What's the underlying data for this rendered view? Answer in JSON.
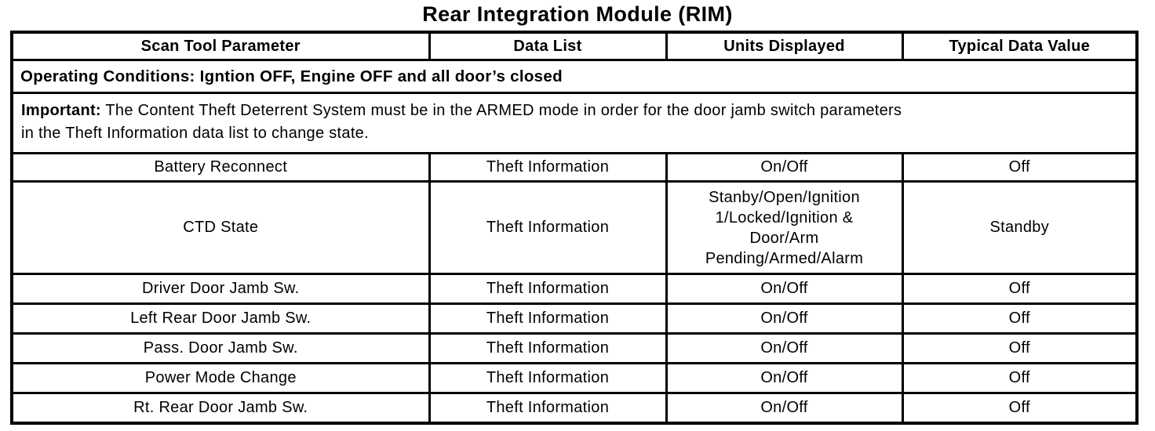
{
  "title": "Rear Integration Module (RIM)",
  "colors": {
    "background": "#ffffff",
    "text": "#000000",
    "border": "#000000"
  },
  "table": {
    "columns": {
      "parameter": "Scan Tool Parameter",
      "data_list": "Data List",
      "units": "Units Displayed",
      "typical": "Typical Data Value"
    },
    "operating_conditions": "Operating Conditions: Igntion OFF, Engine OFF and all door’s closed",
    "important": {
      "label": "Important:",
      "line1": "The Content Theft Deterrent System must be in the ARMED mode in order for the door jamb switch parameters",
      "line2": "in the Theft Information data list to change state."
    },
    "rows": [
      {
        "parameter": "Battery Reconnect",
        "data_list": "Theft Information",
        "units": "On/Off",
        "typical": "Off"
      },
      {
        "parameter": "CTD State",
        "data_list": "Theft Information",
        "units_lines": [
          "Stanby/Open/Ignition",
          "1/Locked/Ignition &",
          "Door/Arm",
          "Pending/Armed/Alarm"
        ],
        "typical": "Standby"
      },
      {
        "parameter": "Driver Door Jamb Sw.",
        "data_list": "Theft Information",
        "units": "On/Off",
        "typical": "Off"
      },
      {
        "parameter": "Left Rear Door Jamb Sw.",
        "data_list": "Theft Information",
        "units": "On/Off",
        "typical": "Off"
      },
      {
        "parameter": "Pass. Door Jamb Sw.",
        "data_list": "Theft Information",
        "units": "On/Off",
        "typical": "Off"
      },
      {
        "parameter": "Power Mode Change",
        "data_list": "Theft Information",
        "units": "On/Off",
        "typical": "Off"
      },
      {
        "parameter": "Rt. Rear Door Jamb Sw.",
        "data_list": "Theft Information",
        "units": "On/Off",
        "typical": "Off"
      }
    ]
  }
}
